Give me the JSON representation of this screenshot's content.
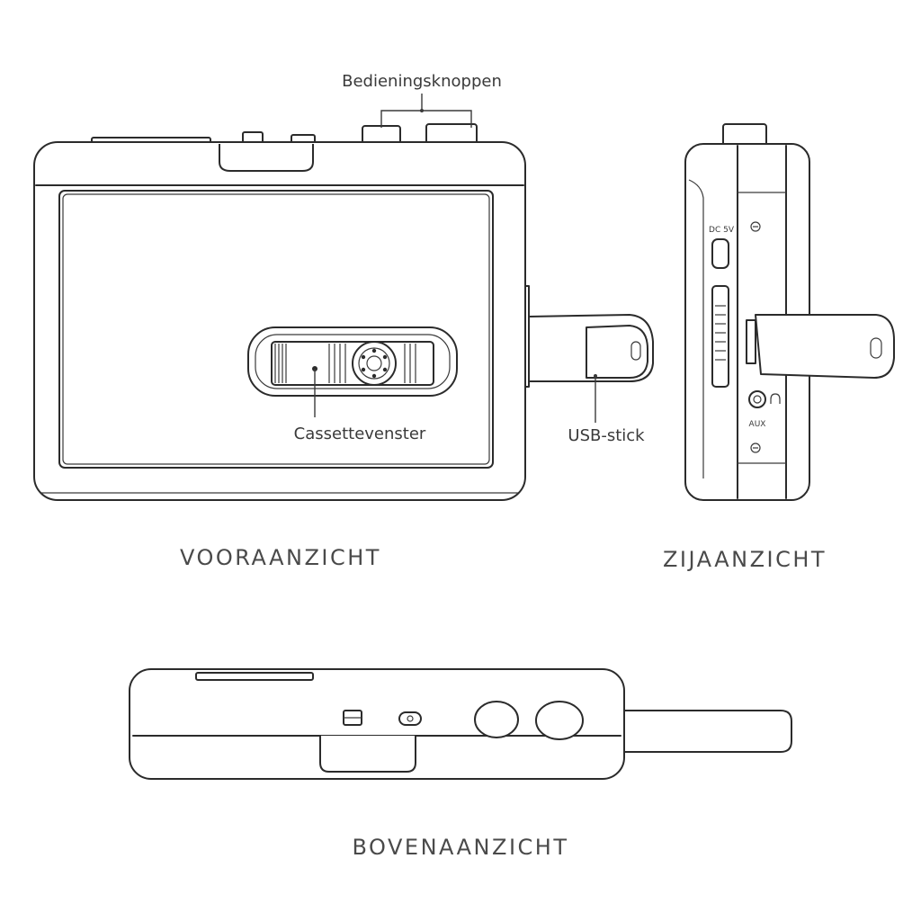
{
  "callouts": {
    "buttons": "Bedieningsknoppen",
    "window": "Cassettevenster",
    "usb": "USB-stick"
  },
  "views": {
    "front": "VOORAANZICHT",
    "side": "ZIJAANZICHT",
    "top": "BOVENAANZICHT"
  },
  "side_labels": {
    "dc": "DC 5V",
    "aux": "AUX"
  },
  "icons": [
    "headphones-icon",
    "screw-icon",
    "cassette-reel-icon"
  ],
  "colors": {
    "line": "#2b2b2b",
    "text": "#3a3a3a",
    "background": "#ffffff"
  }
}
